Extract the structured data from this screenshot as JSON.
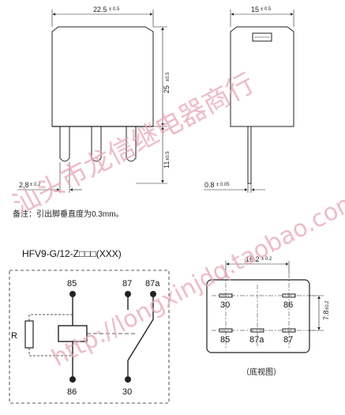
{
  "dimensions": {
    "width": "22.5",
    "width_tol": "± 0.5",
    "depth": "15",
    "depth_tol": "± 0.5",
    "height": "25",
    "height_tol": "±0.5",
    "pin_length": "11",
    "pin_length_tol": "±0.5",
    "pin_width": "2.8",
    "pin_width_tol": "± 0.2",
    "pin_thickness": "0.8",
    "pin_thickness_tol": "± 0.05",
    "pin_spacing_x": "16.2",
    "pin_spacing_x_tol": "± 0.2",
    "pin_spacing_y": "7.8",
    "pin_spacing_y_tol": "±0.2"
  },
  "note": "备注：引出脚垂直度为0.3mm。",
  "model": "HFV9-G/12-Z□□□(XXX)",
  "schematic": {
    "coil_label": "R",
    "terminals": [
      "85",
      "87",
      "87a",
      "86",
      "30"
    ]
  },
  "bottom_view": {
    "pins_top": [
      "30",
      "86"
    ],
    "pins_bottom": [
      "85",
      "87a",
      "87"
    ],
    "caption": "（底视图）"
  },
  "watermark": {
    "line1": "汕头市龙信继电器商行",
    "line2": "http://longxinjdq.taobao.com"
  },
  "colors": {
    "ink": "#222222",
    "watermark": "#e8a6b4"
  }
}
